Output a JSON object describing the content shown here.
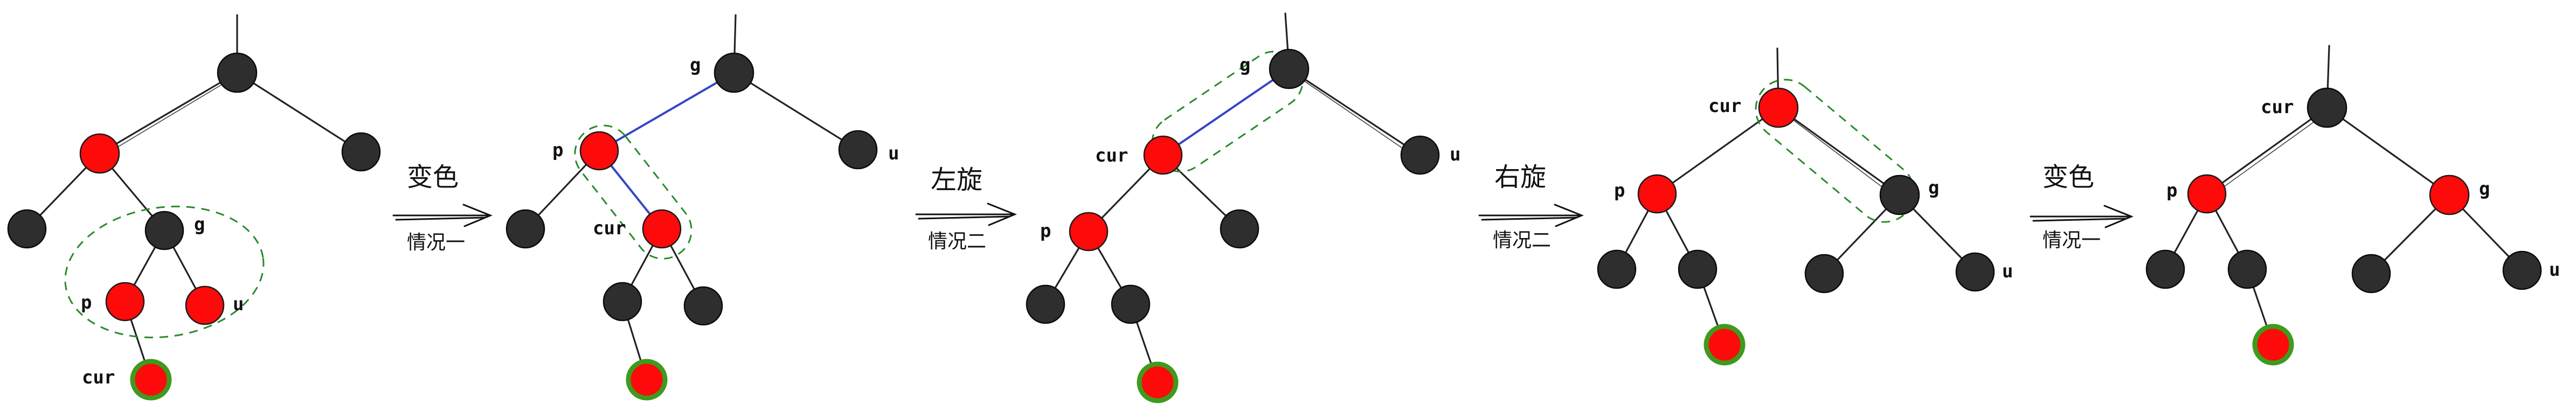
{
  "labels": {
    "cur": "cur",
    "p": "p",
    "g": "g",
    "u": "u"
  },
  "transitions": [
    {
      "action": "变色",
      "case": "情况一"
    },
    {
      "action": "左旋",
      "case": "情况二"
    },
    {
      "action": "右旋",
      "case": "情况二"
    },
    {
      "action": "变色",
      "case": "情况一"
    }
  ],
  "colors": {
    "black_node": "#2e2e2e",
    "red_node": "#ff0a0a",
    "inserted_node_ring": "#3f9a1e",
    "rotation_edge": "#3346c8",
    "highlight_outline": "#2a8a2a"
  }
}
